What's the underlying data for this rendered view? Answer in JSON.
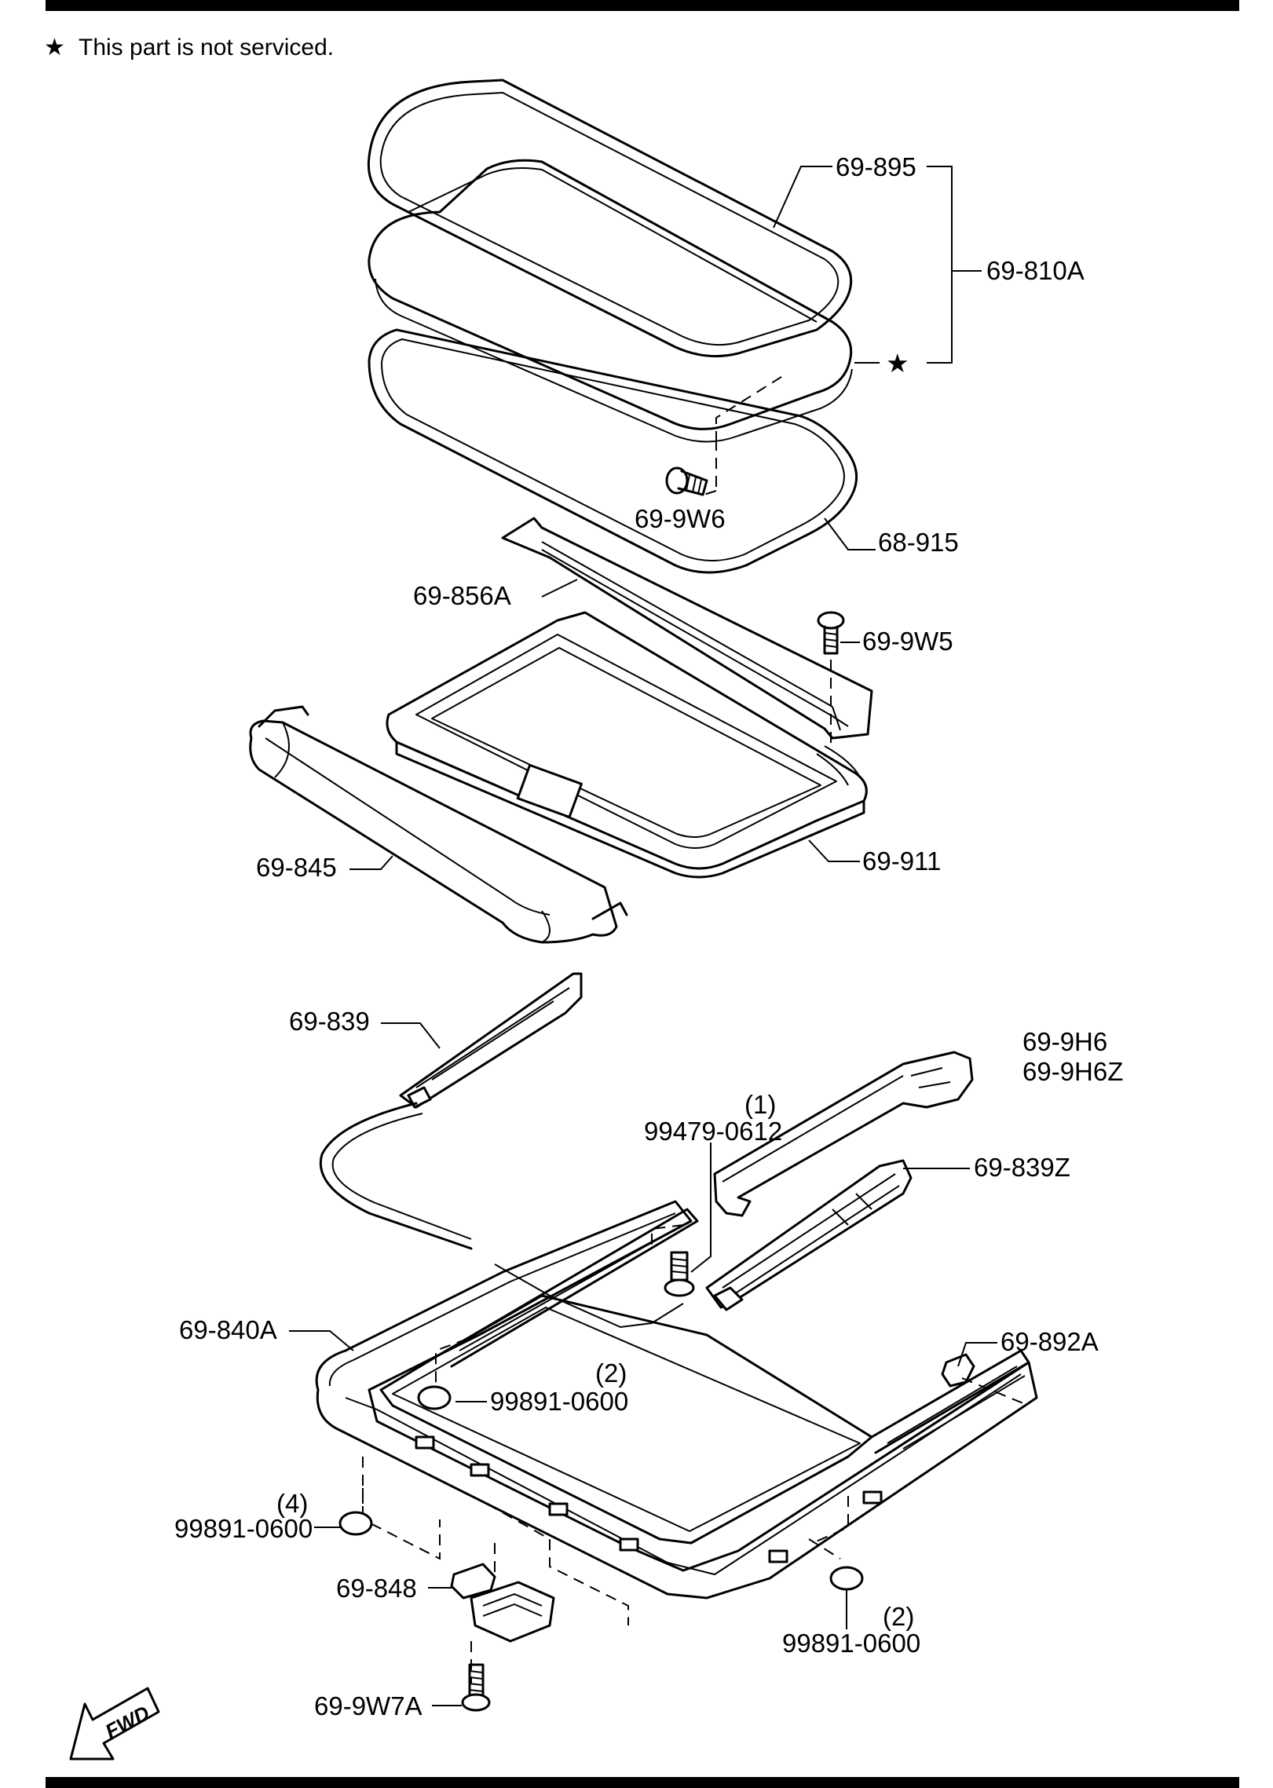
{
  "note": {
    "star": "★",
    "text": "This part is not serviced."
  },
  "fwd_label": "FWD",
  "labels": {
    "p69_895": "69-895",
    "p69_810A": "69-810A",
    "p69_9W6": "69-9W6",
    "p68_915": "68-915",
    "p69_856A": "69-856A",
    "p69_9W5": "69-9W5",
    "p69_845": "69-845",
    "p69_911": "69-911",
    "p69_839": "69-839",
    "p69_9H6": "69-9H6",
    "p69_9H6Z": "69-9H6Z",
    "q1": "(1)",
    "p99479_0612": "99479-0612",
    "p69_839Z": "69-839Z",
    "p69_840A": "69-840A",
    "p69_892A": "69-892A",
    "q2a": "(2)",
    "p99891_0600a": "99891-0600",
    "q4": "(4)",
    "p99891_0600b": "99891-0600",
    "p69_848": "69-848",
    "q2b": "(2)",
    "p99891_0600c": "99891-0600",
    "p69_9W7A": "69-9W7A"
  },
  "star_marker": "★"
}
